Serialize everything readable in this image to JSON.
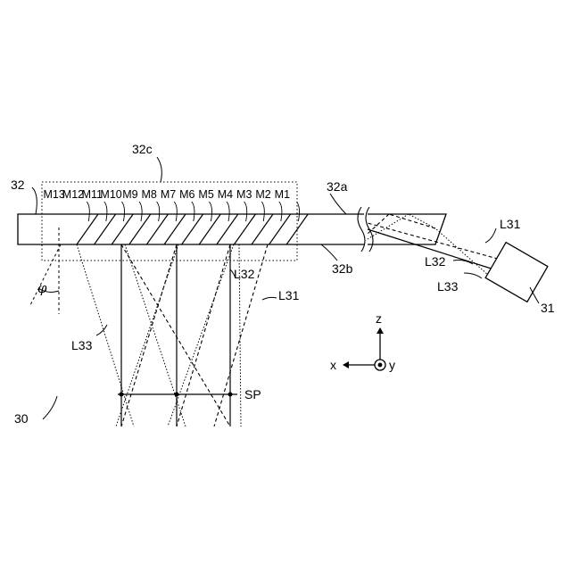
{
  "figure_number": "30",
  "light_guide": {
    "label": "32",
    "top_surface": "32a",
    "bottom_surface": "32b",
    "mirror_region": "32c"
  },
  "light_source": "31",
  "mirrors": [
    "M13",
    "M12",
    "M11",
    "M10",
    "M9",
    "M8",
    "M7",
    "M6",
    "M5",
    "M4",
    "M3",
    "M2",
    "M1"
  ],
  "rays": {
    "l31": "L31",
    "l32": "L32",
    "l33": "L33"
  },
  "angle_symbol": "φ",
  "spot_label": "SP",
  "axes": {
    "z": "z",
    "x": "x",
    "y": "y"
  }
}
